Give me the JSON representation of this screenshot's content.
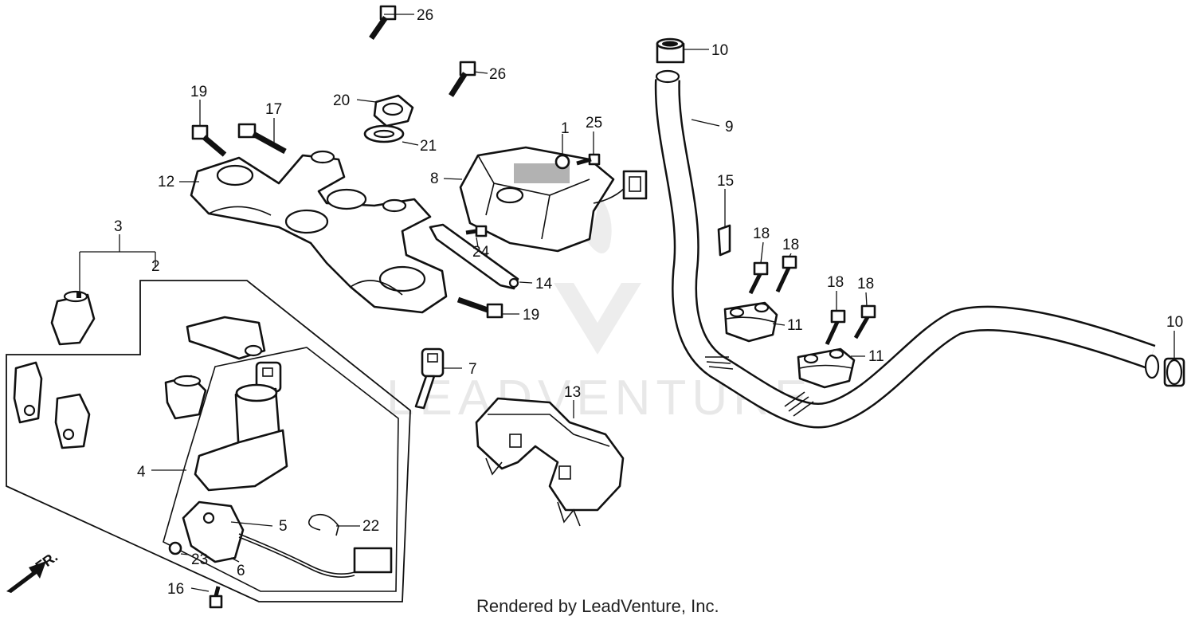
{
  "watermark": "LEADVENTURE",
  "credit": "Rendered by LeadVenture, Inc.",
  "direction": "FR.",
  "callouts": {
    "c1": "1",
    "c2": "2",
    "c3": "3",
    "c4": "4",
    "c5": "5",
    "c6": "6",
    "c7": "7",
    "c8": "8",
    "c9": "9",
    "c10a": "10",
    "c10b": "10",
    "c11a": "11",
    "c11b": "11",
    "c12": "12",
    "c13": "13",
    "c14": "14",
    "c15": "15",
    "c16": "16",
    "c17": "17",
    "c18a": "18",
    "c18b": "18",
    "c18c": "18",
    "c18d": "18",
    "c19a": "19",
    "c19b": "19",
    "c20": "20",
    "c21": "21",
    "c22": "22",
    "c23": "23",
    "c24": "24",
    "c25": "25",
    "c26a": "26",
    "c26b": "26"
  }
}
